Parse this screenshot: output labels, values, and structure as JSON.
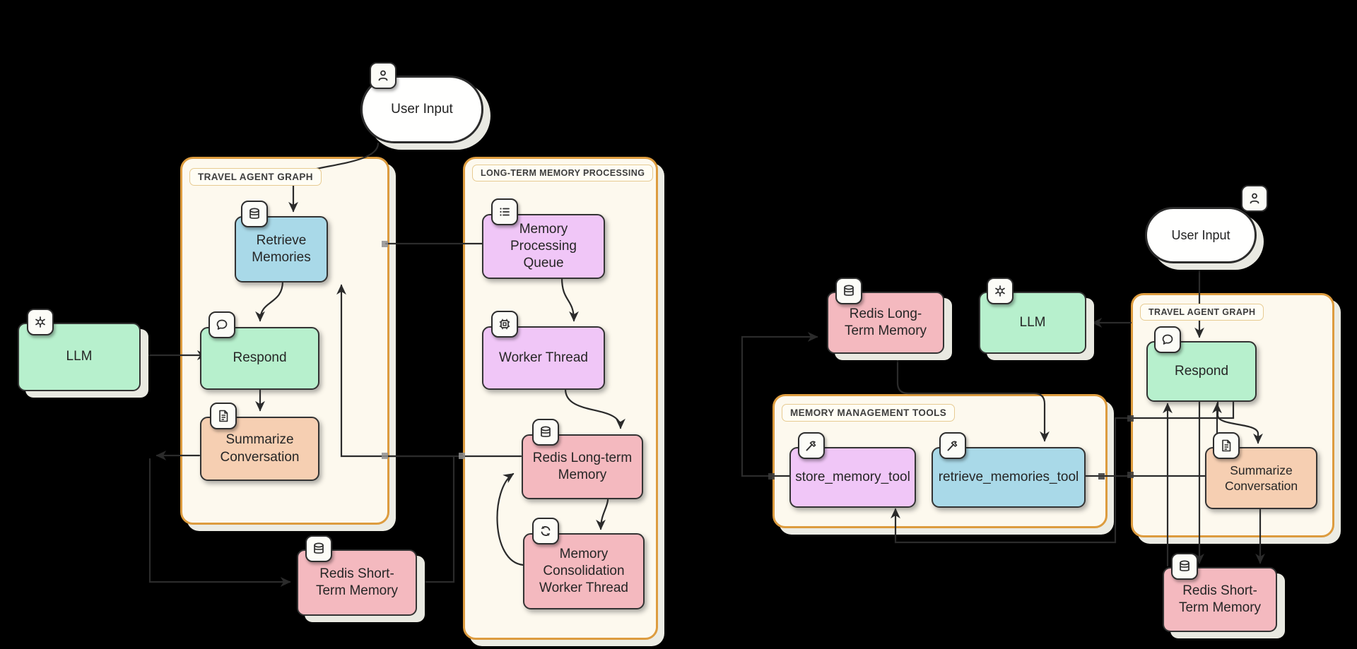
{
  "left": {
    "user_input": "User Input",
    "travel_container_label": "TRAVEL AGENT GRAPH",
    "ltm_container_label": "LONG-TERM MEMORY PROCESSING",
    "nodes": {
      "retrieve": "Retrieve\nMemories",
      "respond": "Respond",
      "summarize": "Summarize\nConversation",
      "llm": "LLM",
      "queue": "Memory\nProcessing\nQueue",
      "worker": "Worker Thread",
      "redis_long": "Redis Long-term\nMemory",
      "consolidation": "Memory\nConsolidation\nWorker Thread",
      "redis_short": "Redis Short-\nTerm Memory"
    }
  },
  "right": {
    "user_input": "User Input",
    "travel_container_label": "TRAVEL AGENT GRAPH",
    "tools_container_label": "MEMORY MANAGEMENT TOOLS",
    "nodes": {
      "respond": "Respond",
      "summarize": "Summarize\nConversation",
      "llm": "LLM",
      "redis_long": "Redis Long-\nTerm Memory",
      "redis_short": "Redis Short-\nTerm Memory",
      "store_tool": "store_memory_tool",
      "retrieve_tool": "retrieve_memories_tool"
    }
  },
  "colors": {
    "background": "#000000",
    "container_fill": "#fdf9ee",
    "container_border": "#dd9c3f",
    "node_blue": "#a9d9e8",
    "node_green": "#b7f0cd",
    "node_purple": "#f0c6f7",
    "node_pink": "#f4b9bf",
    "node_peach": "#f6cfb2",
    "wire": "#2b2b2b"
  }
}
